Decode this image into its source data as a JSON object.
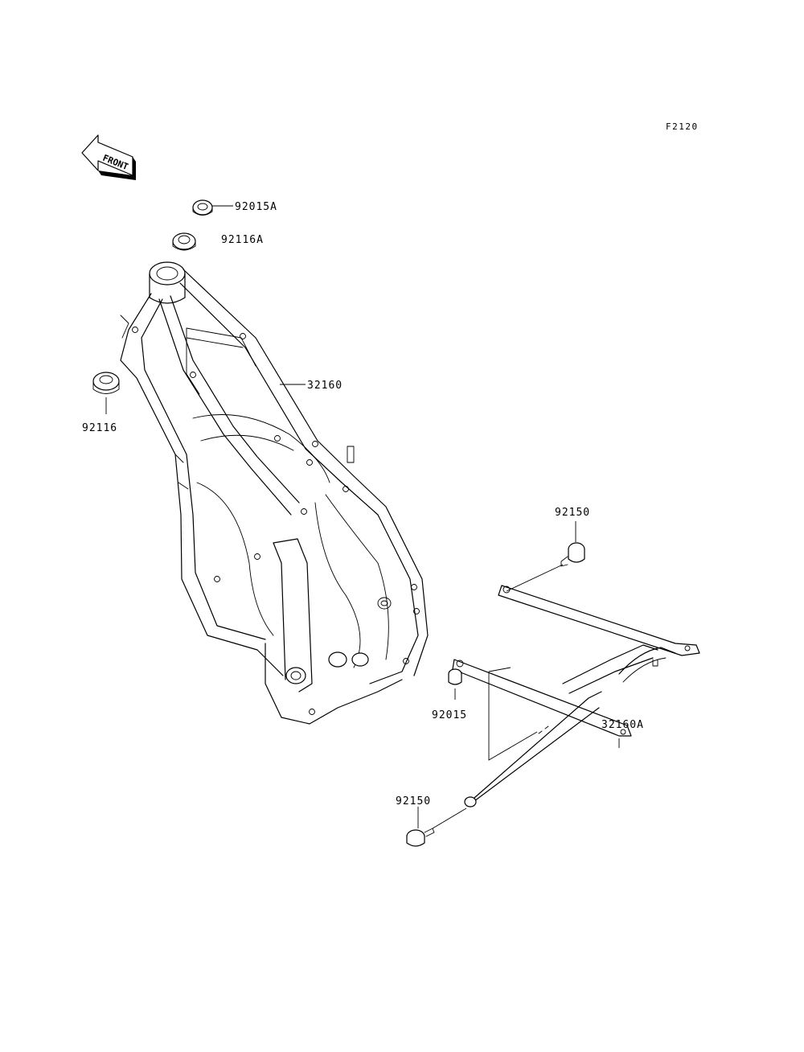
{
  "diagram": {
    "reference_code": "F2120",
    "front_label": "FRONT",
    "parts": {
      "nut_92015A": "92015A",
      "bushing_92116A": "92116A",
      "bushing_92116": "92116",
      "frame_32160": "32160",
      "bolt_92150_top": "92150",
      "collar_92015": "92015",
      "subframe_32160A": "32160A",
      "bolt_92150_bottom": "92150"
    }
  }
}
